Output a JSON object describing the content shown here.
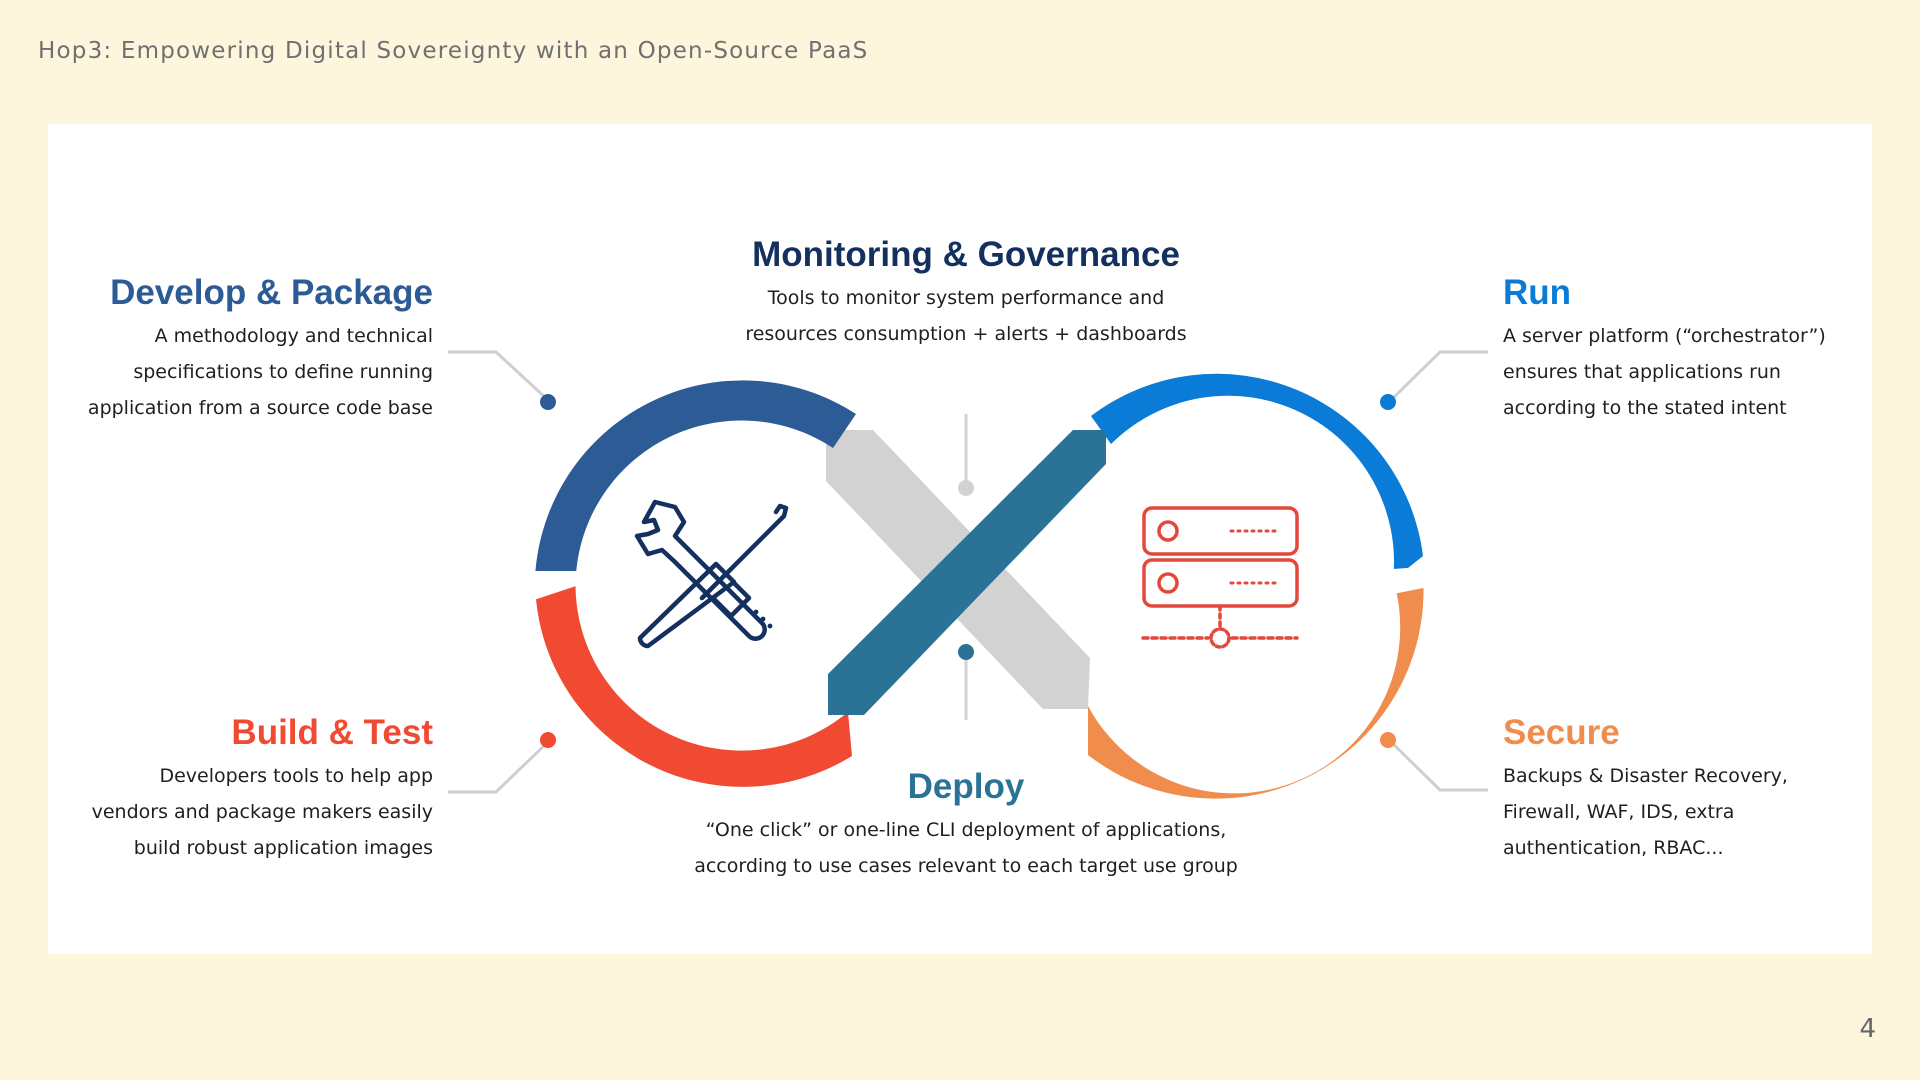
{
  "slide": {
    "title": "Hop3: Empowering Digital Sovereignty with an Open-Source PaaS",
    "page_number": "4"
  },
  "colors": {
    "background": "#fdf6dd",
    "develop": "#2d5b96",
    "build": "#f04a32",
    "run": "#0a7bd6",
    "secure": "#f08c4c",
    "monitoring": "#13305f",
    "deploy": "#2b7396",
    "connector_grey": "#d2d2d2"
  },
  "icons": {
    "left_loop": "wrench-and-screwdriver-icon",
    "right_loop": "server-rack-icon"
  },
  "stages": {
    "develop": {
      "title": "Develop & Package",
      "lines": [
        "A methodology and technical",
        "specifications to define running",
        "application from a source code base"
      ]
    },
    "build": {
      "title": "Build & Test",
      "lines": [
        "Developers tools to help app",
        "vendors and package makers easily",
        "build robust application images"
      ]
    },
    "monitoring": {
      "title": "Monitoring & Governance",
      "lines": [
        "Tools to monitor system performance and",
        "resources consumption + alerts + dashboards"
      ]
    },
    "deploy": {
      "title": "Deploy",
      "lines": [
        "“One click” or one-line CLI deployment of applications,",
        "according to use cases relevant to each target use group"
      ]
    },
    "run": {
      "title": "Run",
      "lines": [
        "A server platform (“orchestrator”)",
        "ensures that applications run",
        "according to the stated intent"
      ]
    },
    "secure": {
      "title": "Secure",
      "lines": [
        "Backups & Disaster Recovery,",
        "Firewall, WAF, IDS, extra",
        "authentication, RBAC..."
      ]
    }
  }
}
